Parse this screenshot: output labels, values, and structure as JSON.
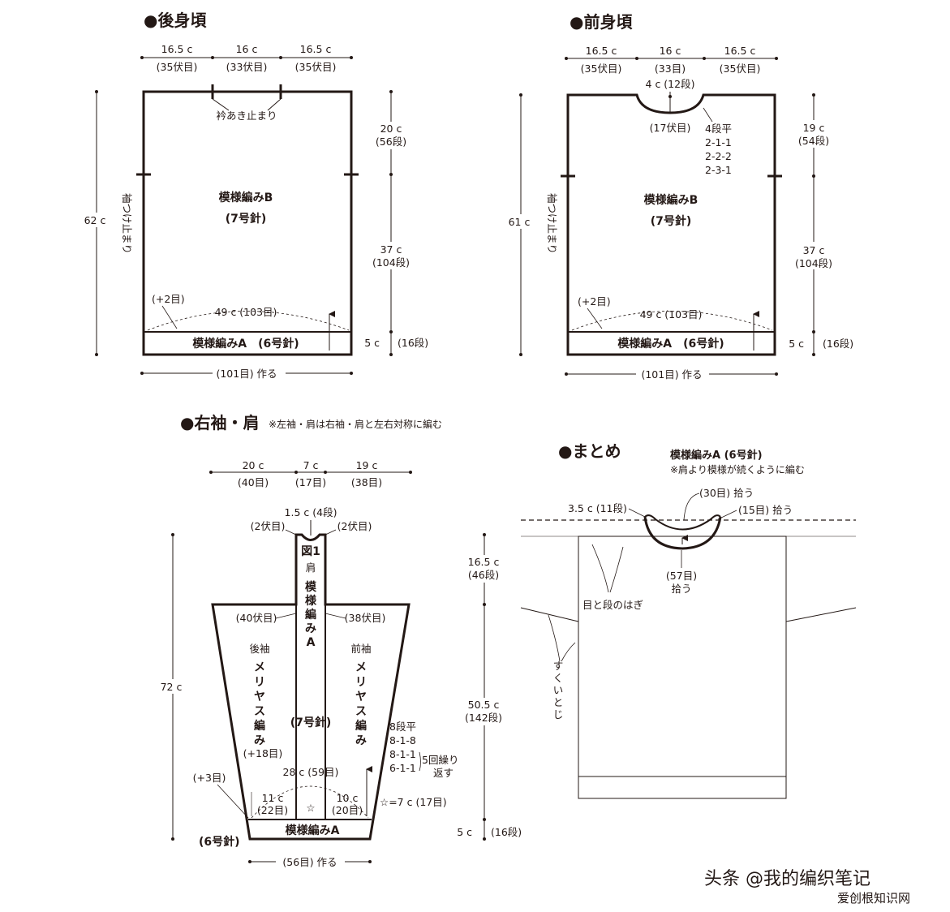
{
  "back": {
    "title": "●後身頃",
    "top_dims": [
      "16.5 c",
      "16 c",
      "16.5 c"
    ],
    "top_sts": [
      "(35伏目)",
      "(33伏目)",
      "(35伏目)"
    ],
    "neck_stop": "衿あき止まり",
    "sleeve_stop": "袖つけ止まり",
    "height_total": "62 c",
    "armhole": "20 c",
    "armhole_rows": "(56段)",
    "body_h": "37 c",
    "body_rows": "(104段)",
    "rib_h": "5 c",
    "rib_rows": "(16段)",
    "pattern_b": "模様編みB",
    "needle_b": "(7号針)",
    "plus": "(+2目)",
    "width": "49 c (103目)",
    "pattern_a": "模様編みA　(6号針)",
    "cast_on": "(101目) 作る"
  },
  "front": {
    "title": "●前身頃",
    "top_dims": [
      "16.5 c",
      "16 c",
      "16.5 c"
    ],
    "top_sts": [
      "(35伏目)",
      "(33目)",
      "(35伏目)"
    ],
    "neck_depth": "4 c (12段)",
    "neck_bind": "(17伏目)",
    "neck_dec": [
      "4段平",
      "2-1-1",
      "2-2-2",
      "2-3-1"
    ],
    "sleeve_stop": "袖つけ止まり",
    "height_total": "61 c",
    "armhole": "19 c",
    "armhole_rows": "(54段)",
    "body_h": "37 c",
    "body_rows": "(104段)",
    "rib_h": "5 c",
    "rib_rows": "(16段)",
    "pattern_b": "模様編みB",
    "needle_b": "(7号針)",
    "plus": "(+2目)",
    "width": "49 c (103目)",
    "pattern_a": "模様編みA　(6号針)",
    "cast_on": "(101目) 作る"
  },
  "sleeve": {
    "title": "●右袖・肩",
    "note": "※左袖・肩は右袖・肩と左右対称に編む",
    "top_dims": [
      "20 c",
      "7 c",
      "19 c"
    ],
    "top_sts": [
      "(40目)",
      "(17目)",
      "(38目)"
    ],
    "saddle_h": "1.5 c (4段)",
    "saddle_bind_l": "(2伏目)",
    "saddle_bind_r": "(2伏目)",
    "fig": "図1",
    "shoulder": "肩",
    "saddle_pattern": [
      "模",
      "様",
      "編",
      "み",
      "A"
    ],
    "bind_l": "(40伏目)",
    "bind_r": "(38伏目)",
    "back_sleeve": "後袖",
    "front_sleeve": "前袖",
    "stockinette": [
      "メ",
      "リ",
      "ヤ",
      "ス",
      "編",
      "み"
    ],
    "needle7": "(7号針)",
    "inc18": "(+18目)",
    "inc_rules": [
      "8段平",
      "8-1-8",
      "8-1-1",
      "6-1-1"
    ],
    "repeat": [
      "5回繰り",
      "返す"
    ],
    "total_h": "72 c",
    "upper_h": "16.5 c",
    "upper_rows": "(46段)",
    "mid_h": "50.5 c",
    "mid_rows": "(142段)",
    "rib_h": "5 c",
    "rib_rows": "(16段)",
    "width": "28 c (59目)",
    "left_w": "11 c",
    "left_sts": "(22目)",
    "right_w": "10 c",
    "right_sts": "(20目)",
    "star": "☆",
    "star_eq": "☆=7 c (17目)",
    "plus3": "(+3目)",
    "needle6": "(6号針)",
    "pattern_a": "模様編みA",
    "cast_on": "(56目) 作る"
  },
  "finish": {
    "title": "●まとめ",
    "pattern": "模様編みA (6号針)",
    "note": "※肩より模様が続くように編む",
    "collar_h": "3.5 c (11段)",
    "pick30": "(30目) 拾う",
    "pick15": "(15目) 拾う",
    "pick57": "(57目)",
    "pick57b": "拾う",
    "graft": "目と段のはぎ",
    "seam": [
      "す",
      "く",
      "い",
      "と",
      "じ"
    ]
  },
  "watermark": {
    "main": "头条 @我的编织笔记",
    "sub": "爱创根知识网"
  }
}
